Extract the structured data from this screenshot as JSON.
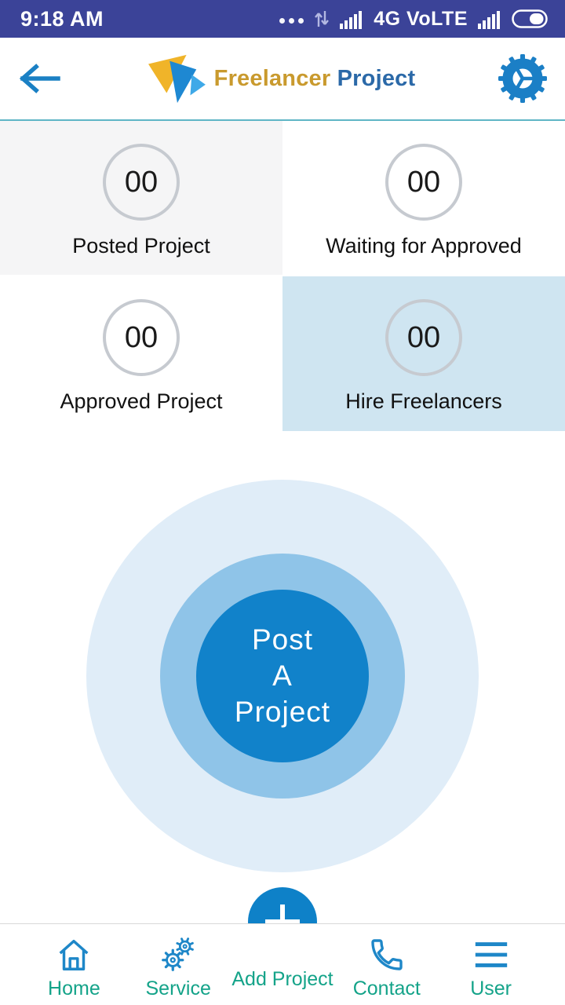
{
  "status_bar": {
    "time": "9:18 AM",
    "network_label": "4G VoLTE",
    "bg_color": "#3B4398",
    "icons": [
      "more-dots",
      "network-activity-arrows",
      "signal-bars",
      "signal-bars",
      "battery"
    ]
  },
  "header": {
    "title_part1": "Freelancer",
    "title_part2": "Project",
    "title_color1": "#C99A2E",
    "title_color2": "#2B69A8",
    "back_icon": "arrow-left",
    "settings_icon": "gear"
  },
  "stats": [
    {
      "count": "00",
      "label": "Posted Project",
      "bg": "#F5F5F6"
    },
    {
      "count": "00",
      "label": "Waiting for Approved",
      "bg": "#FFFFFF"
    },
    {
      "count": "00",
      "label": "Approved Project",
      "bg": "#FFFFFF"
    },
    {
      "count": "00",
      "label": "Hire Freelancers",
      "bg": "#CFE5F1"
    }
  ],
  "cta": {
    "line1": "Post",
    "line2": "A",
    "line3": "Project",
    "inner_color": "#1182CA",
    "mid_color": "#8FC4E8",
    "outer_color": "#E0EDF8"
  },
  "fab": {
    "icon": "plus",
    "bg": "#0E81C8"
  },
  "bottom_nav": {
    "icon_color": "#1E87C8",
    "label_color": "#14A389",
    "items": [
      {
        "label": "Home",
        "icon": "home"
      },
      {
        "label": "Service",
        "icon": "gears"
      },
      {
        "label": "Add Project",
        "icon": "plus-fab"
      },
      {
        "label": "Contact",
        "icon": "phone"
      },
      {
        "label": "User",
        "icon": "menu-lines"
      }
    ]
  }
}
